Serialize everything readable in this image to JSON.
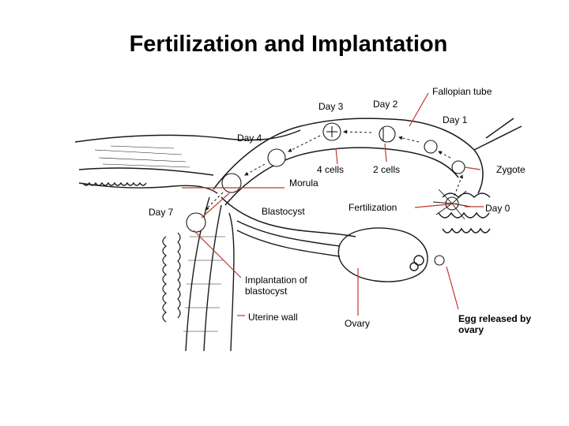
{
  "title": "Fertilization and Implantation",
  "colors": {
    "leader_line": "#c0392b",
    "ink": "#1a1a1a"
  },
  "labels": {
    "fallopian_tube": "Fallopian tube",
    "day2": "Day 2",
    "day3": "Day 3",
    "day1": "Day 1",
    "day4": "Day 4",
    "cells4": "4 cells",
    "cells2": "2 cells",
    "zygote": "Zygote",
    "morula": "Morula",
    "day7": "Day 7",
    "blastocyst": "Blastocyst",
    "fertilization": "Fertilization",
    "day0": "Day 0",
    "implantation": "Implantation of blastocyst",
    "uterine_wall": "Uterine wall",
    "ovary": "Ovary",
    "egg_released": "Egg released by ovary"
  }
}
